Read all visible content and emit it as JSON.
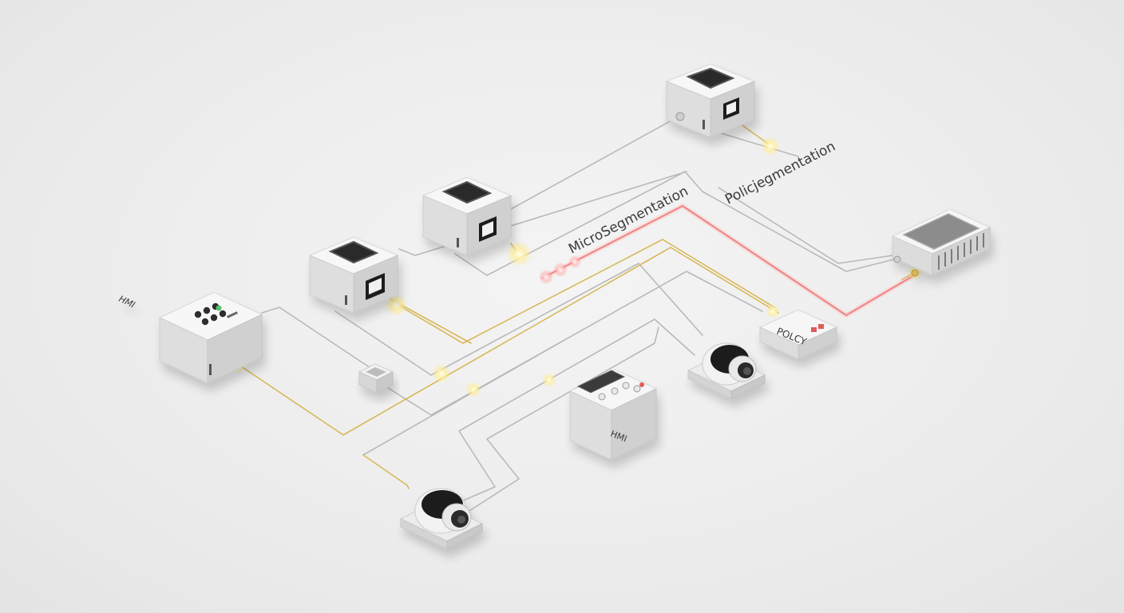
{
  "labels": {
    "micro_segmentation": "MicroSegmentation",
    "policy_segmentation": "Policjegmentation",
    "hmi_left": "HMI",
    "hmi_center": "HMI",
    "policy_box": "POLCY"
  },
  "colors": {
    "background": "#ececec",
    "device_top": "#f6f6f6",
    "device_left": "#dcdcdc",
    "device_right": "#cfcfcf",
    "cable_gray": "#b7b7b7",
    "cable_gold": "#d8b85a",
    "cable_red": "#e86a6a",
    "glow": "#fff3b0",
    "screen": "#2a2a2a",
    "status_led": "#57c46a",
    "policy_accent": "#e05a5a"
  },
  "icons": [
    "screen-icon",
    "ethernet-port-icon",
    "keypad-icon",
    "camera-lens-icon",
    "status-led-icon",
    "vent-grille-icon"
  ]
}
